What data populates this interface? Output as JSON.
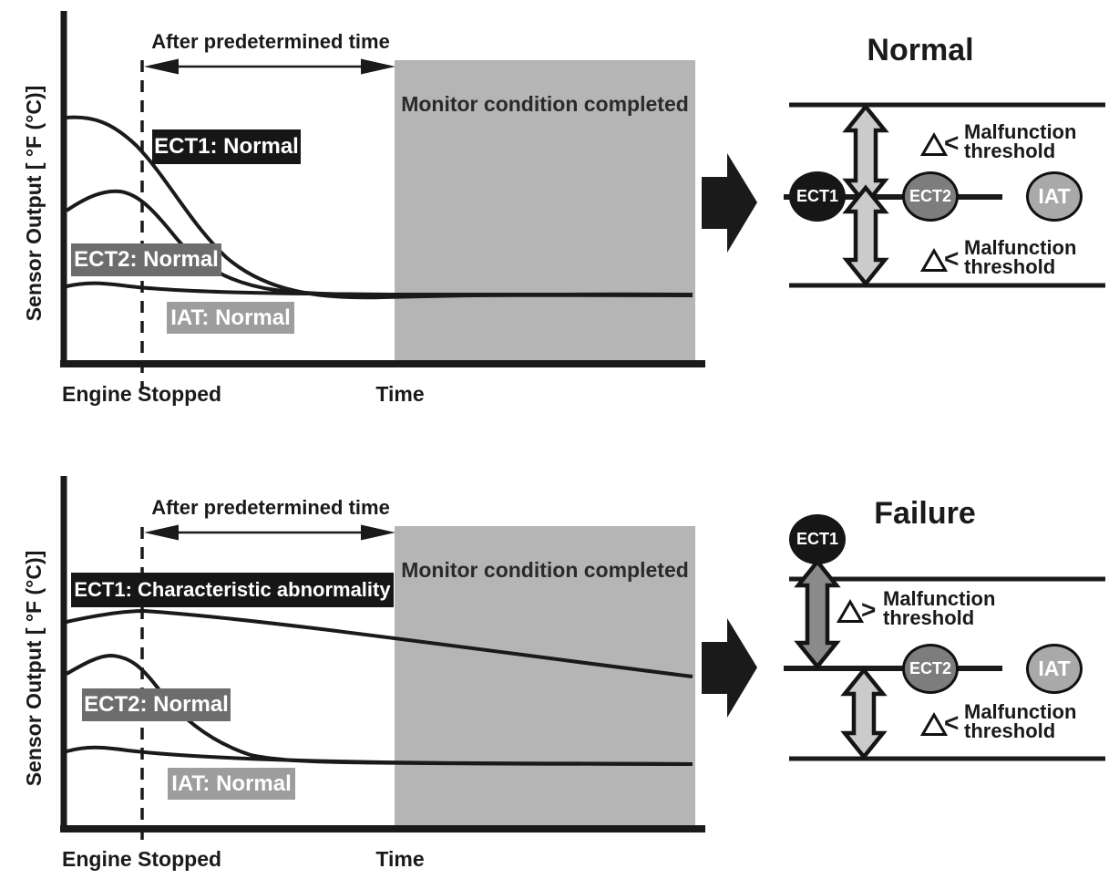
{
  "colors": {
    "ink": "#1a1a1a",
    "monitor_box_gray": "#b5b5b5",
    "ect1_label_bg": "#161616",
    "ect2_label_bg": "#6d6d6d",
    "iat_label_bg": "#9d9d9d",
    "ect2_circle_gray": "#7d7d7d",
    "iat_circle_gray": "#a9a9a9",
    "arrow_light_gray": "#cbcbcb",
    "arrow_dark_gray": "#8a8a8a"
  },
  "graphs": {
    "top": {
      "y_axis_label": "Sensor Output [ °F (°C)]",
      "predetermined_time_label": "After predetermined time",
      "monitor_condition_label": "Monitor condition completed",
      "ect1_label": "ECT1: Normal",
      "ect2_label": "ECT2: Normal",
      "iat_label": "IAT: Normal",
      "engine_stopped_label": "Engine Stopped",
      "time_label": "Time"
    },
    "bottom": {
      "y_axis_label": "Sensor Output [ °F (°C)]",
      "predetermined_time_label": "After predetermined time",
      "monitor_condition_label": "Monitor condition completed",
      "ect1_label": "ECT1: Characteristic abnormality",
      "ect2_label": "ECT2: Normal",
      "iat_label": "IAT: Normal",
      "engine_stopped_label": "Engine Stopped",
      "time_label": "Time"
    }
  },
  "diagrams": {
    "normal": {
      "title": "Normal",
      "ect1": "ECT1",
      "ect2": "ECT2",
      "iat": "IAT",
      "upper": {
        "delta": "Δ",
        "comparator": "<",
        "line1": "Malfunction",
        "line2": "threshold"
      },
      "lower": {
        "delta": "Δ",
        "comparator": "<",
        "line1": "Malfunction",
        "line2": "threshold"
      }
    },
    "failure": {
      "title": "Failure",
      "ect1": "ECT1",
      "ect2": "ECT2",
      "iat": "IAT",
      "upper": {
        "delta": "Δ",
        "comparator": ">",
        "line1": "Malfunction",
        "line2": "threshold"
      },
      "lower": {
        "delta": "Δ",
        "comparator": "<",
        "line1": "Malfunction",
        "line2": "threshold"
      }
    }
  },
  "chart_data": [
    {
      "type": "line",
      "panel": "top",
      "xlabel": "Time",
      "ylabel": "Sensor Output [ °F (°C)]",
      "annotations": [
        "After predetermined time",
        "Monitor condition completed",
        "Engine Stopped"
      ],
      "series": [
        {
          "name": "ECT1: Normal",
          "trend": "starts high, decays after engine stop, converges to ambient level"
        },
        {
          "name": "ECT2: Normal",
          "trend": "starts mid, small peak at engine stop, decays to ambient level"
        },
        {
          "name": "IAT: Normal",
          "trend": "starts near ambient, stays nearly flat"
        }
      ]
    },
    {
      "type": "line",
      "panel": "bottom",
      "xlabel": "Time",
      "ylabel": "Sensor Output [ °F (°C)]",
      "annotations": [
        "After predetermined time",
        "Monitor condition completed",
        "Engine Stopped"
      ],
      "series": [
        {
          "name": "ECT1: Characteristic abnormality",
          "trend": "stays high, only slight linear decline, does not converge"
        },
        {
          "name": "ECT2: Normal",
          "trend": "starts mid, small peak at engine stop, decays to ambient level"
        },
        {
          "name": "IAT: Normal",
          "trend": "starts near ambient, stays nearly flat"
        }
      ]
    }
  ]
}
